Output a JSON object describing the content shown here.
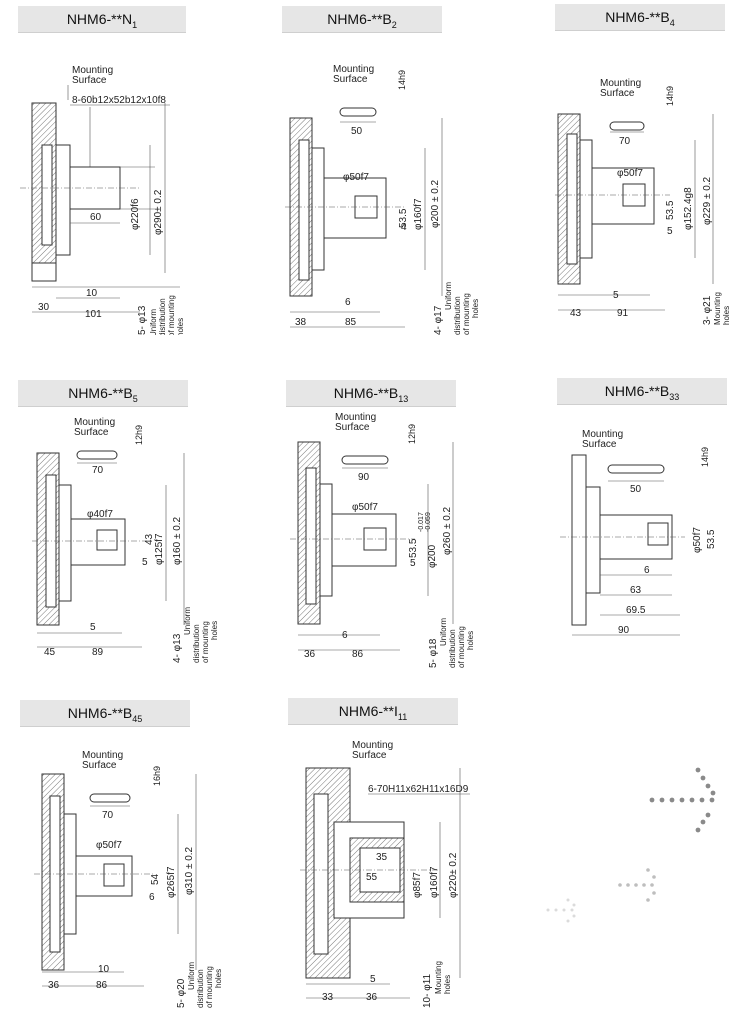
{
  "diagrams": [
    {
      "model": "NHM6-**N",
      "sub": "1",
      "mounting_label_1": "Mounting",
      "mounting_label_2": "Surface",
      "spline": "8-60b12x52b12x10f8",
      "dia_a": "φ220f6",
      "dia_b": "φ290± 0.2",
      "shaft_len": "60",
      "offset": "10",
      "base_a": "30",
      "base_b": "101",
      "holes": "5- φ13",
      "holes_note": [
        "Uniform",
        "distribution",
        "of mounting",
        "holes"
      ]
    },
    {
      "model": "NHM6-**B",
      "sub": "2",
      "mounting_label_1": "Mounting",
      "mounting_label_2": "Surface",
      "key_h": "14h9",
      "key_len": "50",
      "shaft_dia": "φ50f7",
      "dim_535": "53.5",
      "dim_4": "4",
      "dia_a": "φ160f7",
      "dia_b": "φ200 ± 0.2",
      "offset": "6",
      "base_a": "38",
      "base_b": "85",
      "holes": "4- φ17",
      "holes_note": [
        "Uniform",
        "distribution",
        "of mounting",
        "holes"
      ]
    },
    {
      "model": "NHM6-**B",
      "sub": "4",
      "mounting_label_1": "Mounting",
      "mounting_label_2": "Surface",
      "key_h": "14h9",
      "key_len": "70",
      "shaft_dia": "φ50f7",
      "dim_535": "53.5",
      "dim_5": "5",
      "dia_a": "φ152.4g8",
      "dia_b": "φ229 ± 0.2",
      "offset": "5",
      "base_a": "43",
      "base_b": "91",
      "holes": "3- φ21",
      "holes_note": [
        "Mounting",
        "holes"
      ]
    },
    {
      "model": "NHM6-**B",
      "sub": "5",
      "mounting_label_1": "Mounting",
      "mounting_label_2": "Surface",
      "key_h": "12h9",
      "key_len": "70",
      "shaft_dia": "φ40f7",
      "dim_43": "43",
      "dim_5": "5",
      "dia_a": "φ125f7",
      "dia_b": "φ160 ± 0.2",
      "offset": "5",
      "base_a": "45",
      "base_b": "89",
      "holes": "4- φ13",
      "holes_note": [
        "Uniform",
        "distribution",
        "of mounting",
        "holes"
      ]
    },
    {
      "model": "NHM6-**B",
      "sub": "13",
      "mounting_label_1": "Mounting",
      "mounting_label_2": "Surface",
      "key_h": "12h9",
      "key_len": "90",
      "shaft_dia": "φ50f7",
      "dim_535": "53.5",
      "dim_5": "5",
      "dia_a": "φ200",
      "tol_a1": "-0.017",
      "tol_a2": "-0.059",
      "dia_b": "φ260 ± 0.2",
      "offset": "6",
      "base_a": "36",
      "base_b": "86",
      "holes": "5- φ18",
      "holes_note": [
        "Uniform",
        "distribution",
        "of mounting",
        "holes"
      ]
    },
    {
      "model": "NHM6-**B",
      "sub": "33",
      "mounting_label_1": "Mounting",
      "mounting_label_2": "Surface",
      "key_h": "14h9",
      "key_len": "50",
      "shaft_dia": "φ50f7",
      "dim_535": "53.5",
      "dim_6": "6",
      "dim_63": "63",
      "dim_695": "69.5",
      "dim_90": "90"
    },
    {
      "model": "NHM6-**B",
      "sub": "45",
      "mounting_label_1": "Mounting",
      "mounting_label_2": "Surface",
      "key_h": "16h9",
      "key_len": "70",
      "shaft_dia": "φ50f7",
      "dim_54": "54",
      "dim_6": "6",
      "dia_a": "φ265f7",
      "dia_b": "φ310 ± 0.2",
      "offset": "10",
      "base_a": "36",
      "base_b": "86",
      "holes": "5- φ20",
      "holes_note": [
        "Uniform",
        "distribution",
        "of mounting",
        "holes"
      ]
    },
    {
      "model": "NHM6-**I",
      "sub": "11",
      "mounting_label_1": "Mounting",
      "mounting_label_2": "Surface",
      "spline": "6-70H11x62H11x16D9",
      "dim_35": "35",
      "dim_55": "55",
      "dia_c": "φ85f7",
      "dia_a": "φ160f7",
      "dia_b": "φ220± 0.2",
      "offset": "5",
      "base_a": "33",
      "base_b": "36",
      "holes": "10- φ11",
      "holes_note": [
        "Mounting",
        "holes"
      ]
    }
  ]
}
